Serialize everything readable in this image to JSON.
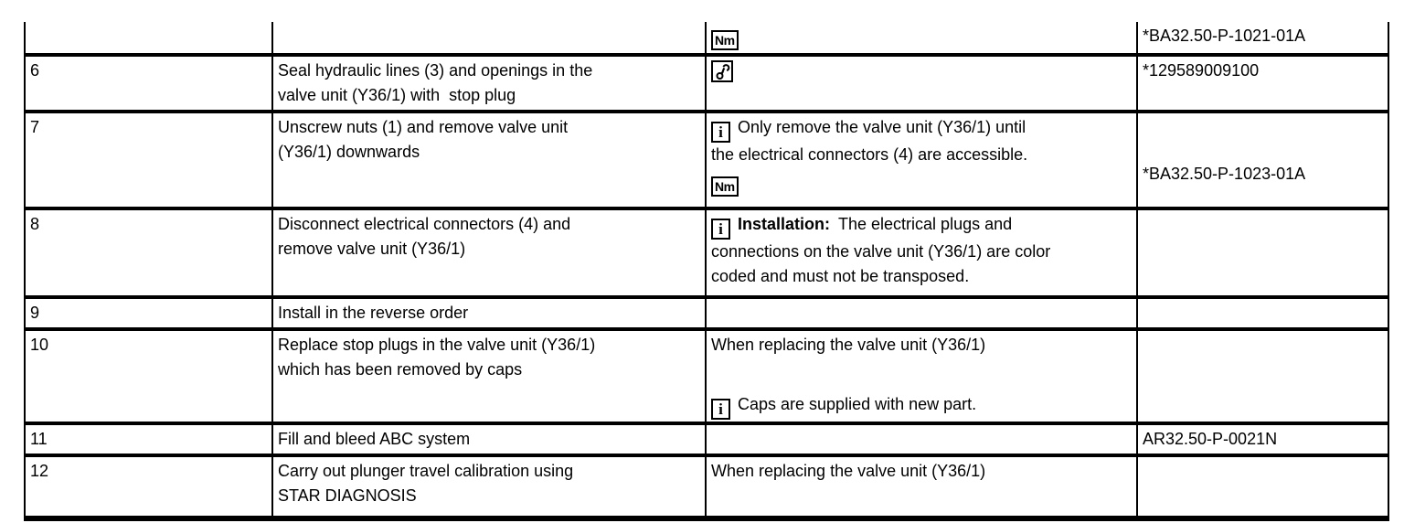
{
  "colors": {
    "text": "#000000",
    "border": "#000000",
    "background": "#ffffff"
  },
  "icons": {
    "torque_label": "Nm",
    "info_label": "i",
    "special_tool": "special-tool-wrench"
  },
  "table": {
    "rows": [
      {
        "step": "",
        "description": "",
        "reference": "*BA32.50-P-1021-01A"
      },
      {
        "step": "6",
        "description": "Seal hydraulic lines (3) and openings in the\nvalve unit (Y36/1) with  stop plug",
        "reference": "*129589009100"
      },
      {
        "step": "7",
        "description": "Unscrew nuts (1) and remove valve unit\n(Y36/1) downwards",
        "note": "Only remove the valve unit (Y36/1) until\nthe electrical connectors (4) are accessible.",
        "reference": "*BA32.50-P-1023-01A"
      },
      {
        "step": "8",
        "description": "Disconnect electrical connectors (4) and\nremove valve unit (Y36/1)",
        "note_bold": "Installation:",
        "note": "The electrical plugs and\nconnections on the valve unit (Y36/1) are color\ncoded and must not be transposed."
      },
      {
        "step": "9",
        "description": "Install in the reverse order"
      },
      {
        "step": "10",
        "description": "Replace stop plugs in the valve unit (Y36/1)\nwhich has been removed by caps",
        "note": "When replacing the valve unit (Y36/1)",
        "note2": "Caps are supplied with new part."
      },
      {
        "step": "11",
        "description": "Fill and bleed ABC system",
        "reference": "AR32.50-P-0021N"
      },
      {
        "step": "12",
        "description": "Carry out plunger travel calibration using\nSTAR DIAGNOSIS",
        "note": "When replacing the valve unit (Y36/1)"
      }
    ]
  }
}
